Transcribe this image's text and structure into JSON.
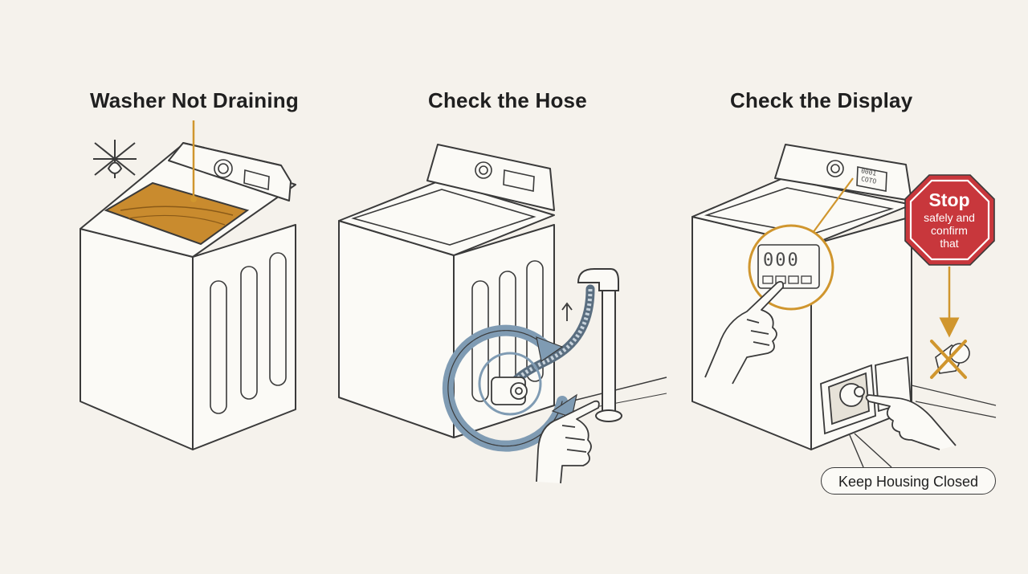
{
  "panels": [
    {
      "id": "washer-not-draining",
      "title": "Washer Not Draining"
    },
    {
      "id": "check-the-hose",
      "title": "Check the Hose"
    },
    {
      "id": "check-the-display",
      "title": "Check the Display"
    }
  ],
  "stop_sign": {
    "heading": "Stop",
    "text_line1": "safely and",
    "text_line2": "confirm",
    "text_line3": "that"
  },
  "callout": {
    "label": "Keep Housing Closed"
  },
  "display": {
    "readout": "000",
    "small_readout_1": "0001",
    "small_readout_2": "COTO"
  },
  "colors": {
    "background": "#f5f2ec",
    "line": "#3a3a3a",
    "accent_gold": "#d0962e",
    "water": "#c98b2e",
    "arrow_blue": "#7f9bb3",
    "stop_red": "#c8373c"
  },
  "icons": [
    "no-water-flow-icon",
    "pointing-hand-icon",
    "circular-arrow-icon",
    "stop-sign-icon",
    "crossed-valve-icon"
  ]
}
